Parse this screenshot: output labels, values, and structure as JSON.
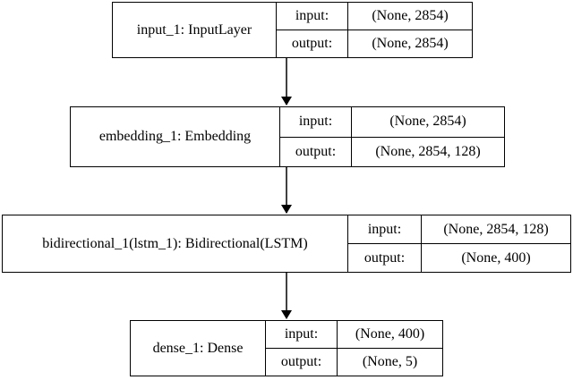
{
  "nodes": [
    {
      "name": "input_1: InputLayer",
      "input_label": "input:",
      "output_label": "output:",
      "input_shape": "(None, 2854)",
      "output_shape": "(None, 2854)"
    },
    {
      "name": "embedding_1: Embedding",
      "input_label": "input:",
      "output_label": "output:",
      "input_shape": "(None, 2854)",
      "output_shape": "(None, 2854, 128)"
    },
    {
      "name": "bidirectional_1(lstm_1): Bidirectional(LSTM)",
      "input_label": "input:",
      "output_label": "output:",
      "input_shape": "(None, 2854, 128)",
      "output_shape": "(None, 400)"
    },
    {
      "name": "dense_1: Dense",
      "input_label": "input:",
      "output_label": "output:",
      "input_shape": "(None, 400)",
      "output_shape": "(None, 5)"
    }
  ]
}
